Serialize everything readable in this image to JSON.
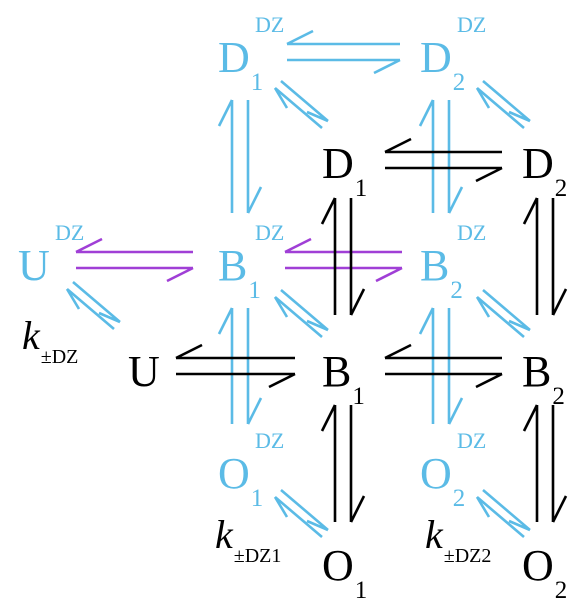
{
  "colors": {
    "dz": "#5bbbe6",
    "native": "#000000",
    "highlight": "#a03fd6"
  },
  "nodes": {
    "d1_dz": {
      "base": "D",
      "sub": "1",
      "sup": "DZ"
    },
    "d2_dz": {
      "base": "D",
      "sub": "2",
      "sup": "DZ"
    },
    "d1": {
      "base": "D",
      "sub": "1"
    },
    "d2": {
      "base": "D",
      "sub": "2"
    },
    "u_dz": {
      "base": "U",
      "sup": "DZ"
    },
    "b1_dz": {
      "base": "B",
      "sub": "1",
      "sup": "DZ"
    },
    "b2_dz": {
      "base": "B",
      "sub": "2",
      "sup": "DZ"
    },
    "u": {
      "base": "U"
    },
    "b1": {
      "base": "B",
      "sub": "1"
    },
    "b2": {
      "base": "B",
      "sub": "2"
    },
    "o1_dz": {
      "base": "O",
      "sub": "1",
      "sup": "DZ"
    },
    "o2_dz": {
      "base": "O",
      "sub": "2",
      "sup": "DZ"
    },
    "o1": {
      "base": "O",
      "sub": "1"
    },
    "o2": {
      "base": "O",
      "sub": "2"
    }
  },
  "rates": {
    "k_dz": {
      "symbol": "k",
      "sub": "±DZ"
    },
    "k_dz1": {
      "symbol": "k",
      "sub": "±DZ1"
    },
    "k_dz2": {
      "symbol": "k",
      "sub": "±DZ2"
    }
  }
}
